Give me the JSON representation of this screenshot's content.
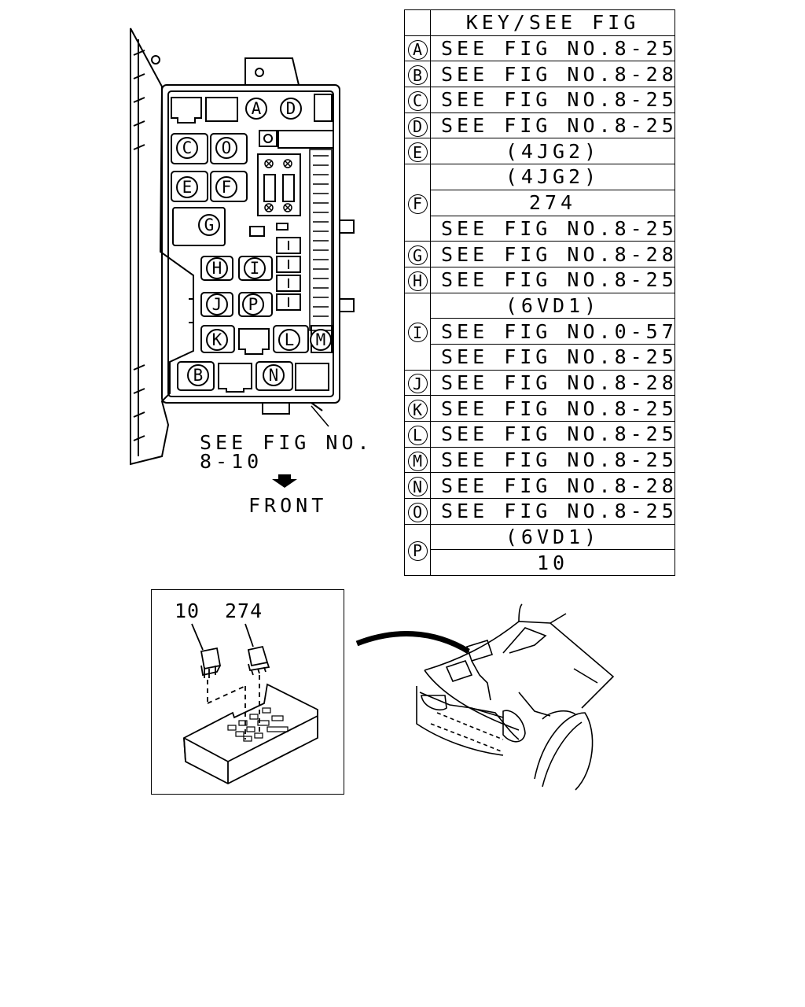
{
  "key_table": {
    "header": "KEY/SEE FIG",
    "rows": [
      {
        "key": "A",
        "refs": [
          "SEE FIG NO.8-25"
        ]
      },
      {
        "key": "B",
        "refs": [
          "SEE FIG NO.8-28"
        ]
      },
      {
        "key": "C",
        "refs": [
          "SEE FIG NO.8-25"
        ]
      },
      {
        "key": "D",
        "refs": [
          "SEE FIG NO.8-25"
        ]
      },
      {
        "key": "E",
        "refs": [
          "(4JG2)"
        ]
      },
      {
        "key": "F",
        "refs": [
          "(4JG2)",
          "274",
          "SEE FIG NO.8-25"
        ]
      },
      {
        "key": "G",
        "refs": [
          "SEE FIG NO.8-28"
        ]
      },
      {
        "key": "H",
        "refs": [
          "SEE FIG NO.8-25"
        ]
      },
      {
        "key": "I",
        "refs": [
          "(6VD1)",
          "SEE FIG NO.0-57",
          "SEE FIG NO.8-25"
        ]
      },
      {
        "key": "J",
        "refs": [
          "SEE FIG NO.8-28"
        ]
      },
      {
        "key": "K",
        "refs": [
          "SEE FIG NO.8-25"
        ]
      },
      {
        "key": "L",
        "refs": [
          "SEE FIG NO.8-25"
        ]
      },
      {
        "key": "M",
        "refs": [
          "SEE FIG NO.8-25"
        ]
      },
      {
        "key": "N",
        "refs": [
          "SEE FIG NO.8-28"
        ]
      },
      {
        "key": "O",
        "refs": [
          "SEE FIG NO.8-25"
        ]
      },
      {
        "key": "P",
        "refs": [
          "(6VD1)",
          "10"
        ]
      }
    ]
  },
  "fuse_box": {
    "labels": [
      "A",
      "D",
      "C",
      "O",
      "E",
      "F",
      "G",
      "H",
      "I",
      "J",
      "P",
      "K",
      "L",
      "M",
      "B",
      "N"
    ],
    "see_fig_line1": "SEE FIG NO.",
    "see_fig_line2": "8-10",
    "front_label": "FRONT"
  },
  "inset": {
    "part_left": "10",
    "part_right": "274"
  }
}
